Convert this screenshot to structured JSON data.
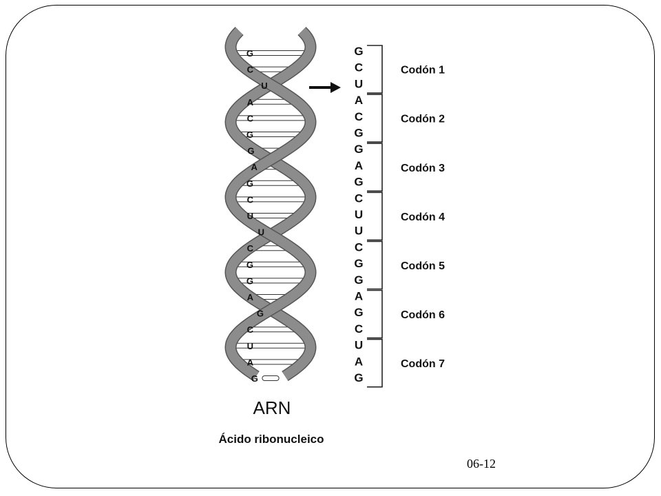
{
  "diagram": {
    "helix_bases": [
      "G",
      "C",
      "U",
      "A",
      "C",
      "G",
      "G",
      "A",
      "G",
      "C",
      "U",
      "U",
      "C",
      "G",
      "G",
      "A",
      "G",
      "C",
      "U",
      "A",
      "G"
    ],
    "sequence": [
      "G",
      "C",
      "U",
      "A",
      "C",
      "G",
      "G",
      "A",
      "G",
      "C",
      "U",
      "U",
      "C",
      "G",
      "G",
      "A",
      "G",
      "C",
      "U",
      "A",
      "G"
    ],
    "codons": [
      "Codón 1",
      "Codón 2",
      "Codón 3",
      "Codón 4",
      "Codón 5",
      "Codón 6",
      "Codón 7"
    ],
    "title": "ARN",
    "subtitle": "Ácido ribonucleico"
  },
  "footer": {
    "page_number": "06-12"
  },
  "colors": {
    "strand": "#8c8c8c",
    "strand_edge": "#555555",
    "text": "#111111",
    "frame": "#000000"
  },
  "icons": {
    "arrow": "right-arrow-icon"
  }
}
